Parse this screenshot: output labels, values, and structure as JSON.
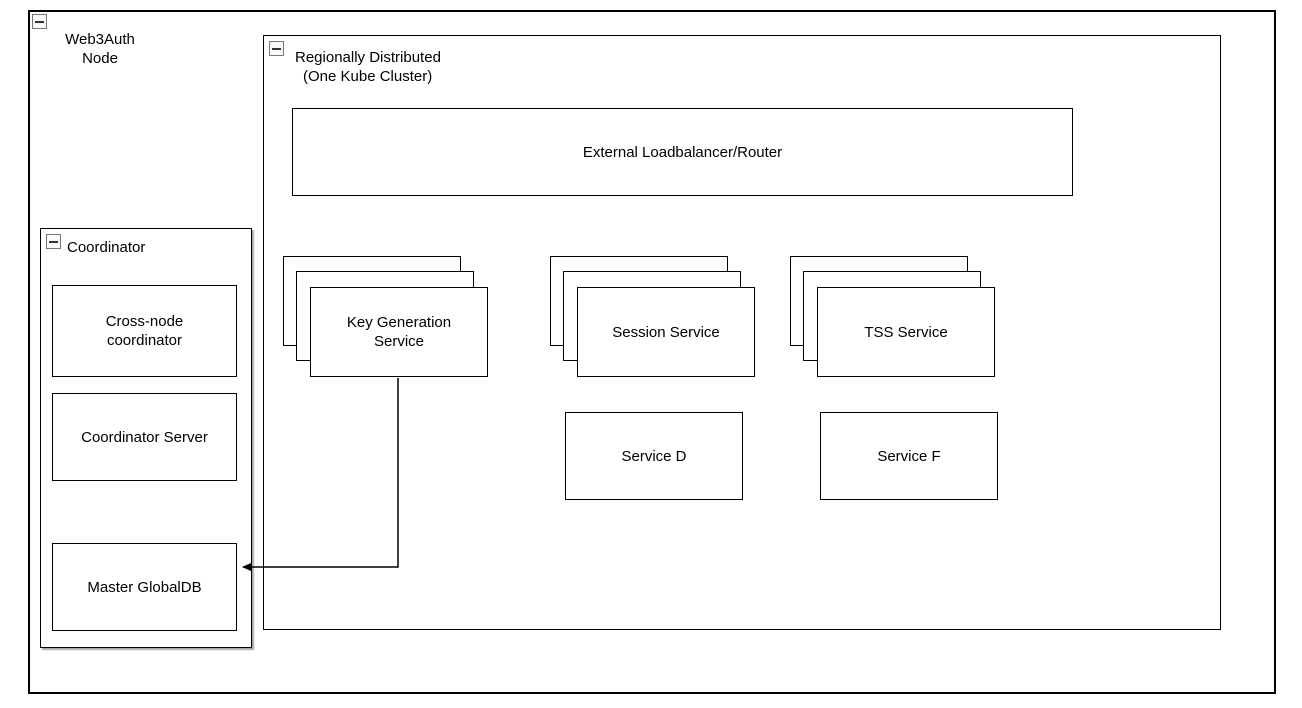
{
  "colors": {
    "stroke": "#000000",
    "background": "#ffffff"
  },
  "outer_group": {
    "title_line1": "Web3Auth",
    "title_line2": "Node"
  },
  "regional_group": {
    "title_line1": "Regionally Distributed",
    "title_line2": "(One Kube Cluster)"
  },
  "loadbalancer": {
    "label": "External Loadbalancer/Router"
  },
  "service_stacks": [
    {
      "label": "Key Generation Service"
    },
    {
      "label": "Session Service"
    },
    {
      "label": "TSS Service"
    }
  ],
  "single_services": [
    {
      "label": "Service D"
    },
    {
      "label": "Service F"
    }
  ],
  "coordinator_group": {
    "title": "Coordinator",
    "boxes": [
      {
        "label": "Cross-node coordinator"
      },
      {
        "label": "Coordinator Server"
      },
      {
        "label": "Master GlobalDB"
      }
    ]
  },
  "edges": [
    {
      "from": "Key Generation Service",
      "to": "Master GlobalDB",
      "style": "orthogonal-arrow"
    }
  ]
}
